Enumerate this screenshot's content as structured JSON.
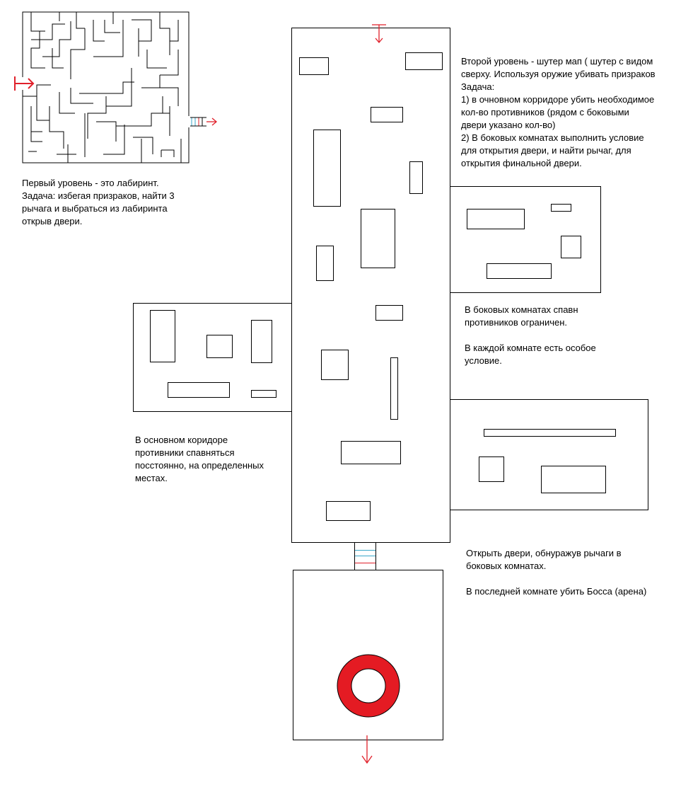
{
  "colors": {
    "line": "#000000",
    "arrow": "#e0202a",
    "arena_ring": "#e41b23",
    "stairs_blue": "#3aa7c9",
    "stairs_red": "#e0202a",
    "background": "#ffffff"
  },
  "notes": {
    "level1": {
      "lines": [
        "Первый уровень - это лабиринт.",
        "Задача: избегая призраков, найти 3",
        "рычага и выбраться из лабиринта",
        "открыв двери."
      ]
    },
    "level2": {
      "lines": [
        "Второй уровень - шутер мап ( шутер с видом",
        "сверху. Используя оружие убивать призраков",
        "Задача:",
        "1) в очновном корридоре убить необходимое",
        "кол-во противников (рядом с боковыми",
        "двери указано кол-во)",
        "2) В боковых комнатах выполнить условие",
        "для открытия двери, и найти рычаг, для",
        "открытия финальной двери."
      ]
    },
    "side_rooms": {
      "lines": [
        "В боковых комнатах спавн",
        "противников ограничен.",
        "",
        "В каждой комнате есть особое",
        "условие."
      ]
    },
    "main_corridor": {
      "lines": [
        "В основном коридоре",
        "противники спавняться",
        "посстоянно, на определенных",
        "местах."
      ]
    },
    "final": {
      "lines": [
        "Открыть двери, обнуражув рычаги в",
        "боковых комнатах.",
        "",
        "В последней комнате убить Босса (арена)"
      ]
    }
  }
}
